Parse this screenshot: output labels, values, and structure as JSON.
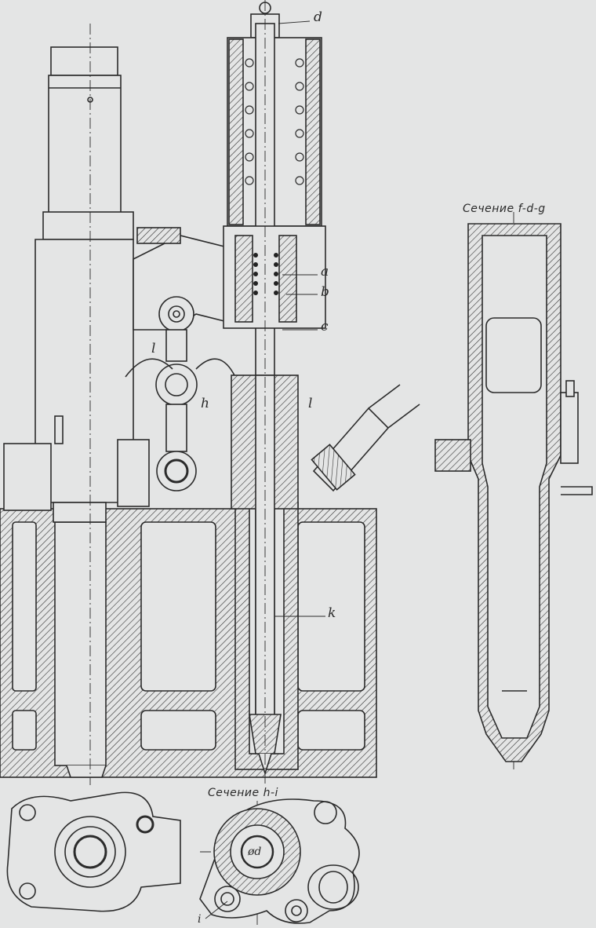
{
  "figure": {
    "section_fdg_title": "Сечение f-d-g",
    "section_hi_title": "Сечение h-i",
    "labels": {
      "d": "d",
      "a": "a",
      "b": "b",
      "c": "c",
      "l": "l",
      "h": "h",
      "i": "l",
      "k": "k",
      "d_diameter": "ød",
      "i_bottom": "i"
    }
  }
}
